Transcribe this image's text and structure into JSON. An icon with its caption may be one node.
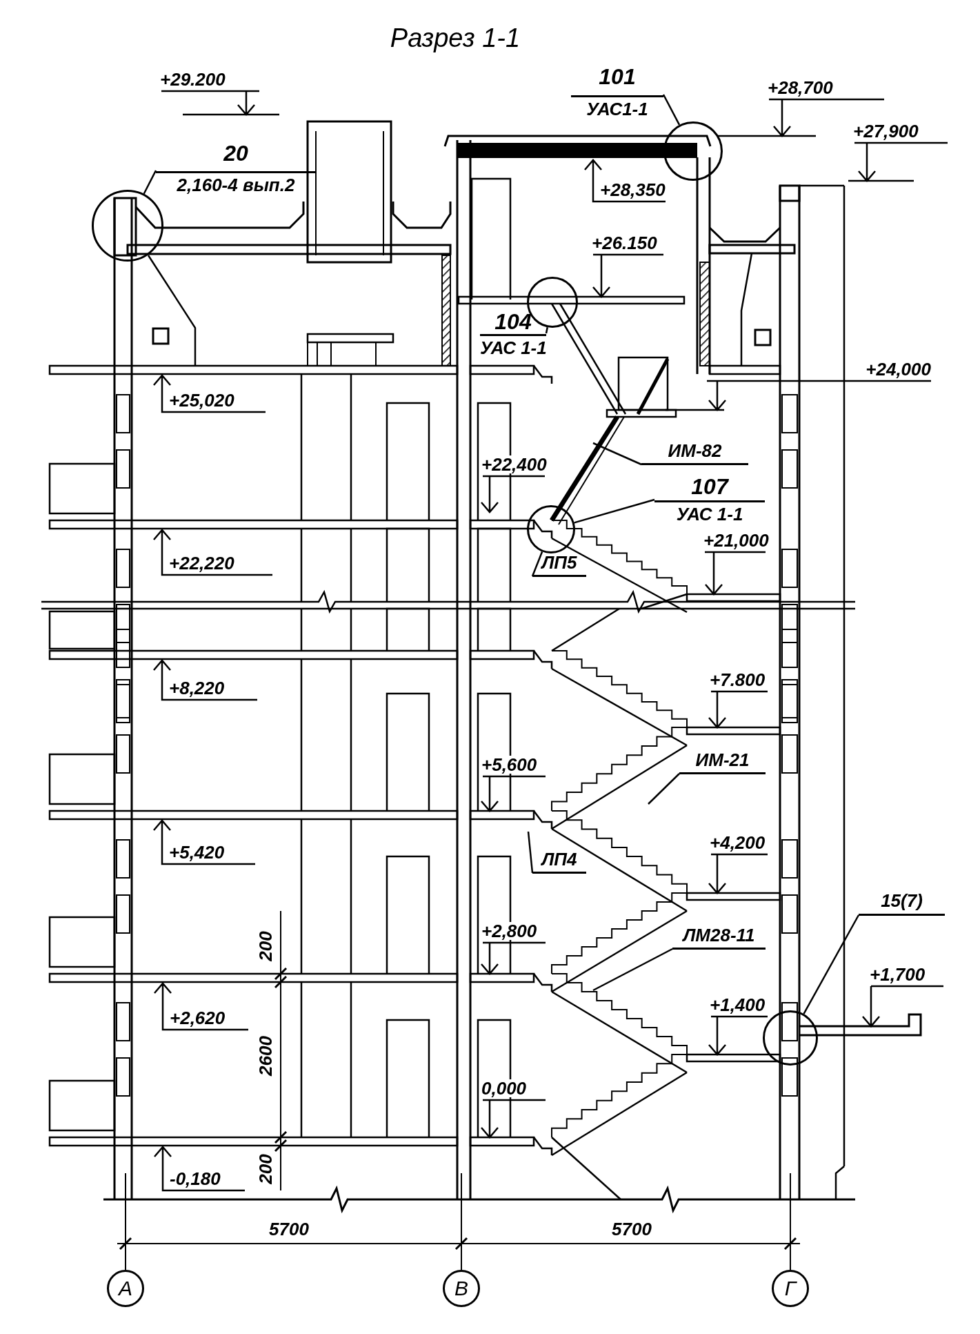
{
  "diagram": {
    "title": "Разрез 1-1",
    "nodes": [
      {
        "text": [
          "20",
          "2,160-4 вып.2"
        ]
      },
      {
        "text": [],
        "shape": "circle"
      },
      {
        "text": [
          "101",
          "УАС1-1"
        ]
      },
      {
        "text": [],
        "shape": "circle"
      },
      {
        "text": [
          "104",
          "УАС 1-1"
        ]
      },
      {
        "text": [],
        "shape": "circle"
      },
      {
        "text": [
          "ИМ-82"
        ]
      },
      {
        "text": [
          "107",
          "УАС 1-1"
        ]
      },
      {
        "text": [],
        "shape": "circle"
      },
      {
        "text": [
          "ЛП5"
        ]
      },
      {
        "text": [
          "ИМ-21"
        ]
      },
      {
        "text": [
          "ЛП4"
        ]
      },
      {
        "text": [
          "ЛМ28-11"
        ]
      },
      {
        "text": [
          "15(7)"
        ]
      },
      {
        "text": [],
        "shape": "circle"
      },
      {
        "text": [
          "А"
        ]
      },
      {
        "text": [
          "В"
        ]
      },
      {
        "text": [
          "Г"
        ]
      }
    ],
    "edges": [
      {
        "from": 0,
        "to": 1,
        "arrow": "none"
      },
      {
        "from": 2,
        "to": 3,
        "arrow": "none"
      },
      {
        "from": 4,
        "to": 5,
        "arrow": "none"
      },
      {
        "from": 6,
        "to": null,
        "arrow": "none"
      },
      {
        "from": 7,
        "to": 8,
        "arrow": "none"
      },
      {
        "from": 9,
        "to": 8,
        "arrow": "none"
      },
      {
        "from": 10,
        "to": null,
        "arrow": "none"
      },
      {
        "from": 11,
        "to": null,
        "arrow": "none"
      },
      {
        "from": 12,
        "to": null,
        "arrow": "none"
      },
      {
        "from": 13,
        "to": 14,
        "arrow": "none"
      }
    ],
    "labels": [
      "+29.200",
      "+28,700",
      "+27,900",
      "+28,350",
      "+26.150",
      "+25,020",
      "+24,000",
      "+22,400",
      "+21,000",
      "+22,220",
      "+8,220",
      "+7.800",
      "+5,600",
      "+5,420",
      "+4,200",
      "+2,800",
      "+1,700",
      "200",
      "+2,620",
      "+1,400",
      "2600",
      "0,000",
      "-0,180",
      "200",
      "5700",
      "5700"
    ]
  }
}
